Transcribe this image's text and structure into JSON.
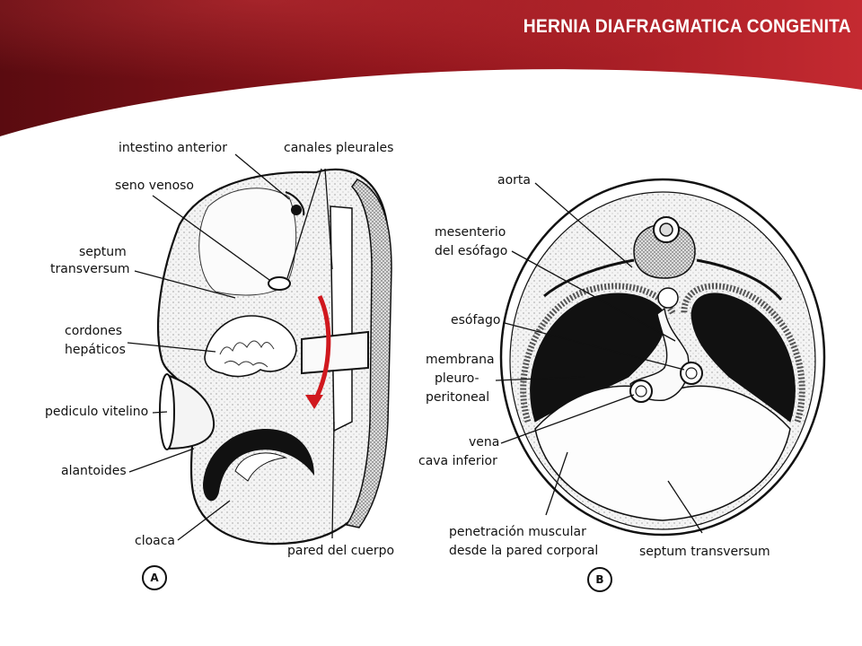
{
  "header": {
    "title": "HERNIA DIAFRAGMATICA CONGENITA",
    "banner_color_dark": "#6e0f14",
    "banner_color_light": "#b8262e"
  },
  "panel_a": {
    "marker": "A",
    "labels": {
      "intestino_anterior": "intestino anterior",
      "canales_pleurales": "canales pleurales",
      "seno_venoso": "seno venoso",
      "septum_1": "septum",
      "septum_2": "transversum",
      "cordones_1": "cordones",
      "cordones_2": "hepáticos",
      "pediculo_vitelino": "pediculo vitelino",
      "alantoides": "alantoides",
      "cloaca": "cloaca",
      "pared_del_cuerpo": "pared del cuerpo"
    },
    "arrow_color": "#d0181e"
  },
  "panel_b": {
    "marker": "B",
    "labels": {
      "aorta": "aorta",
      "mesenterio_1": "mesenterio",
      "mesenterio_2": "del esófago",
      "esofago": "esófago",
      "membrana_1": "membrana",
      "membrana_2": "pleuro-",
      "membrana_3": "peritoneal",
      "vena_1": "vena",
      "vena_2": "cava inferior",
      "penetracion_1": "penetración muscular",
      "penetracion_2": "desde la pared corporal",
      "septum_transversum": "septum transversum"
    }
  }
}
